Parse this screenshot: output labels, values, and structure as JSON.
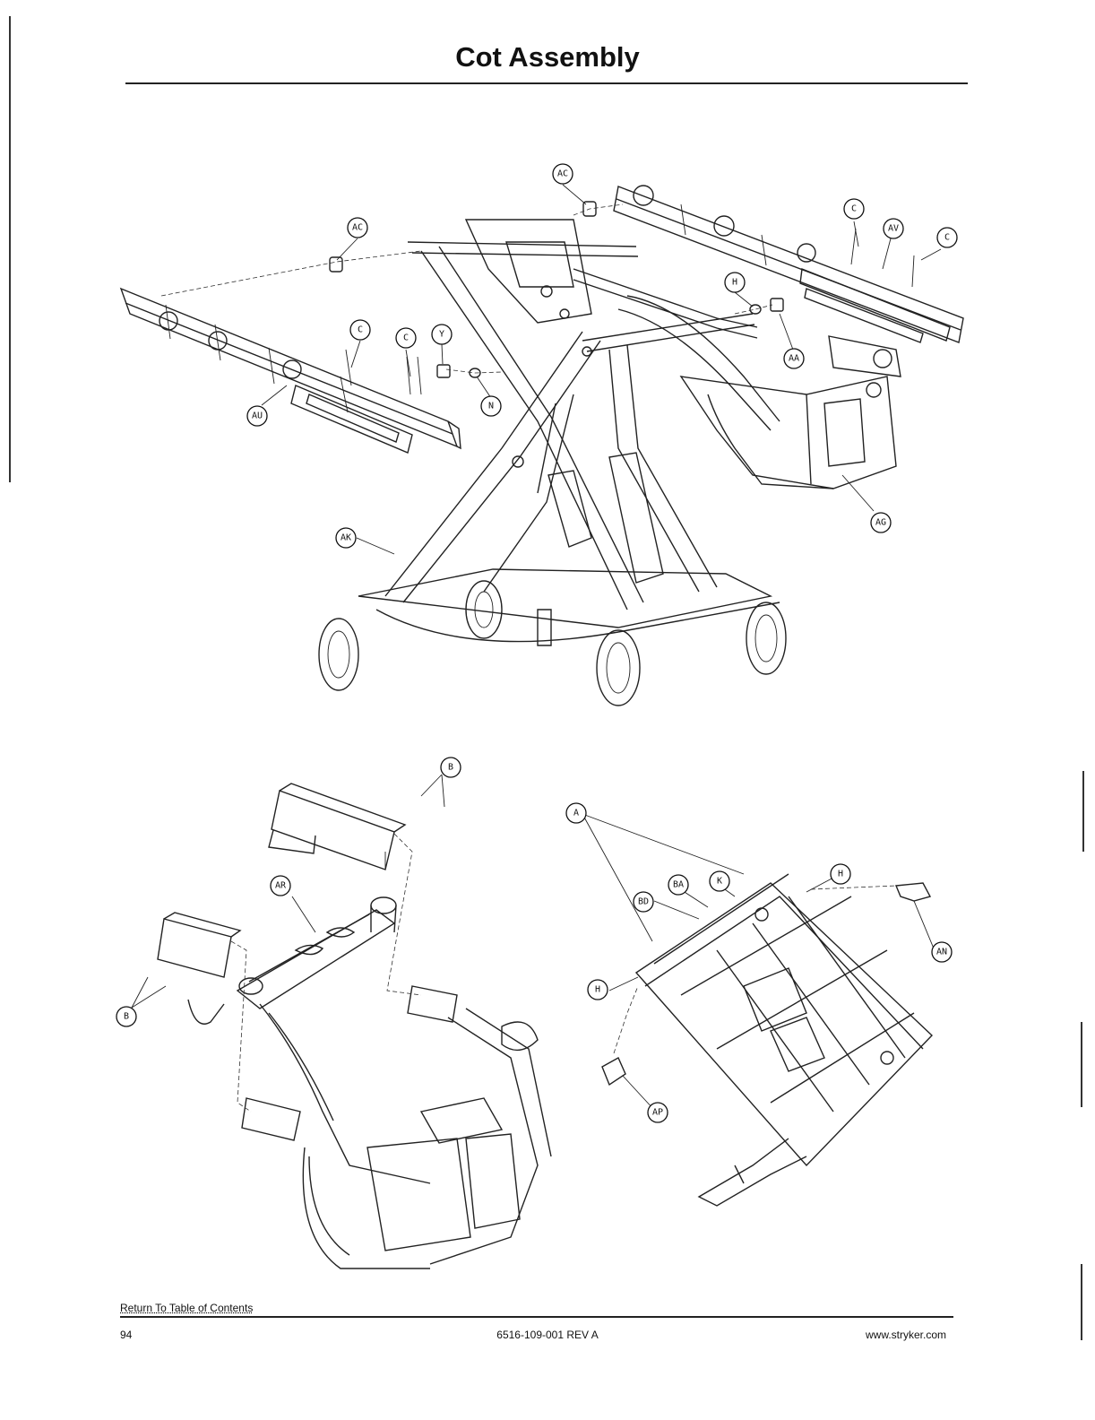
{
  "page": {
    "title": "Cot Assembly",
    "footer": {
      "toc_link": "Return To Table of Contents",
      "page_number": "94",
      "doc_number": "6516-109-001 REV A",
      "website": "www.stryker.com"
    }
  },
  "figures": {
    "top": {
      "callouts": [
        "AC",
        "AC",
        "C",
        "AV",
        "C",
        "H",
        "AA",
        "Y",
        "C",
        "C",
        "N",
        "AU",
        "AG",
        "AK"
      ]
    },
    "bottom_left": {
      "callouts": [
        "B",
        "AR",
        "B"
      ]
    },
    "bottom_right": {
      "callouts": [
        "A",
        "K",
        "BA",
        "BD",
        "H",
        "AN",
        "H",
        "AP"
      ]
    }
  }
}
